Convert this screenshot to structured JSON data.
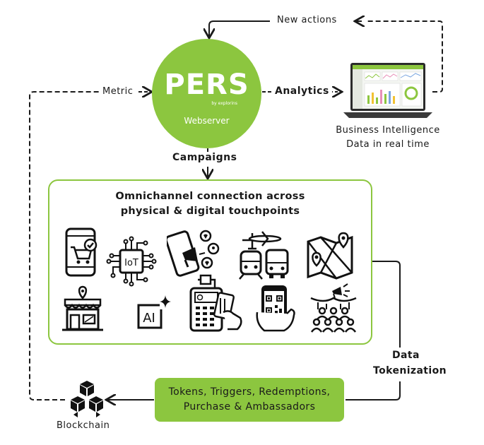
{
  "hub": {
    "title": "PERS",
    "by_line": "by explorins",
    "subtitle": "Webserver"
  },
  "edges": {
    "new_actions": "New actions",
    "metric": "Metric",
    "analytics": "Analytics",
    "campaigns": "Campaigns",
    "data_tokenization_line1": "Data",
    "data_tokenization_line2": "Tokenization"
  },
  "bi": {
    "caption_line1": "Business Intelligence",
    "caption_line2": "Data in real time"
  },
  "omnichannel": {
    "title_line1": "Omnichannel connection across",
    "title_line2": "physical & digital touchpoints",
    "icons": [
      "mobile-shopping-icon",
      "iot-chip-icon",
      "social-megaphone-icon",
      "transport-icon",
      "map-icon",
      "store-icon",
      "ai-icon",
      "payment-terminal-icon",
      "qr-phone-icon",
      "audience-icon"
    ],
    "iot_text": "IoT",
    "ai_text": "AI"
  },
  "tokens_box": {
    "line1": "Tokens, Triggers, Redemptions,",
    "line2": "Purchase & Ambassadors"
  },
  "blockchain": {
    "label": "Blockchain"
  },
  "colors": {
    "accent": "#8cc63f",
    "line": "#1a1a1a"
  }
}
